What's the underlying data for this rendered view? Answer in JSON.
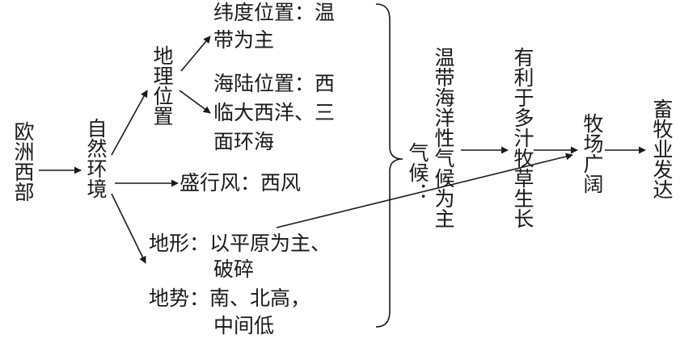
{
  "nodes": {
    "region": "欧洲西部",
    "natural_env": "自然环境",
    "geo_location": "地理位置",
    "latitude_l1": "纬度位置：温",
    "latitude_l2": "带为主",
    "sea_land_l1": "海陆位置：西",
    "sea_land_l2": "临大西洋、三",
    "sea_land_l3": "面环海",
    "wind": "盛行风：西风",
    "terrain_l1": "地形：以平原为主、",
    "terrain_l2": "破碎",
    "relief_l1": "地势：南、北高，",
    "relief_l2": "中间低",
    "climate_label": "气候：",
    "climate_type": "温带海洋性气候为主",
    "pasture_growth": "有利于多汁牧草生长",
    "wide_pasture": "牧场广阔",
    "result": "畜牧业发达"
  },
  "colors": {
    "ink": "#1a1a1a",
    "background": "#ffffff"
  }
}
